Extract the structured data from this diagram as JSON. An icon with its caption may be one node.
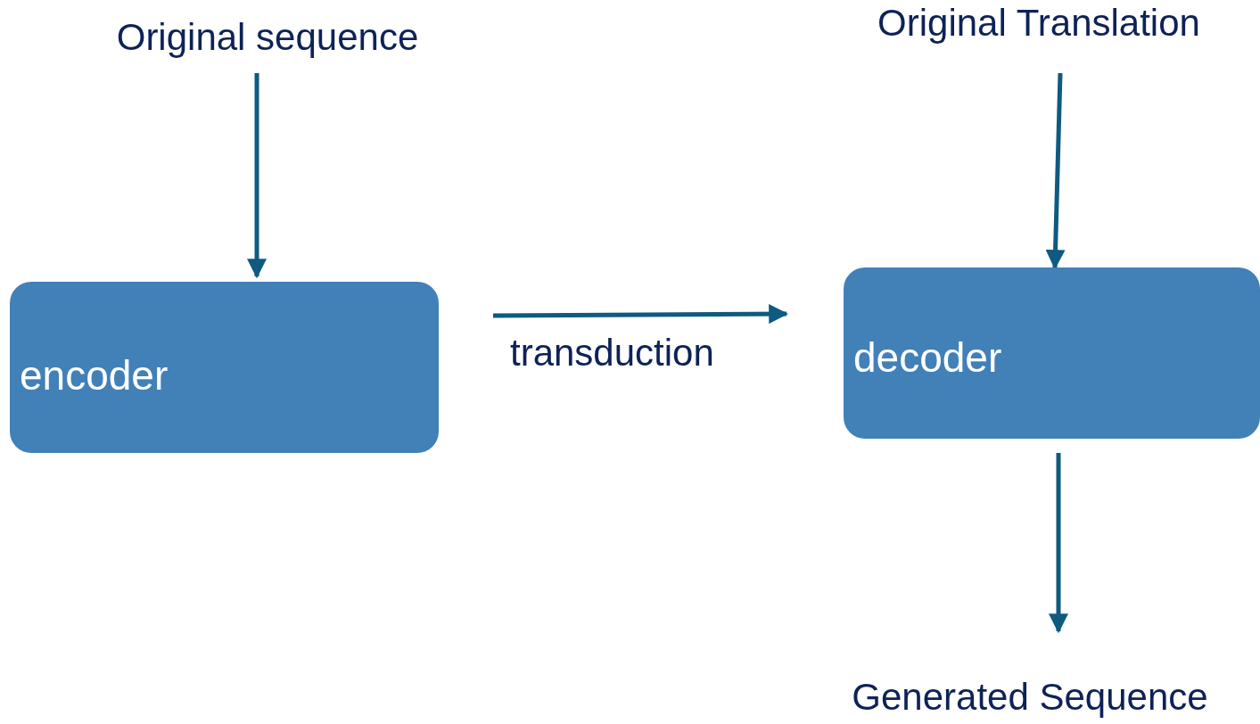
{
  "diagram": {
    "nodes": [
      {
        "text": [
          "Original sequence"
        ]
      },
      {
        "text": [
          "encoder"
        ]
      },
      {
        "text": [
          "Original Translation"
        ]
      },
      {
        "text": [
          "decoder"
        ]
      },
      {
        "text": [
          "Generated Sequence"
        ]
      }
    ],
    "edges": [
      {
        "from": 0,
        "to": 1,
        "arrow": "to"
      },
      {
        "from": 1,
        "to": 3,
        "arrow": "to",
        "label": "transduction"
      },
      {
        "from": 2,
        "to": 3,
        "arrow": "to"
      },
      {
        "from": 3,
        "to": 4,
        "arrow": "to"
      }
    ]
  }
}
